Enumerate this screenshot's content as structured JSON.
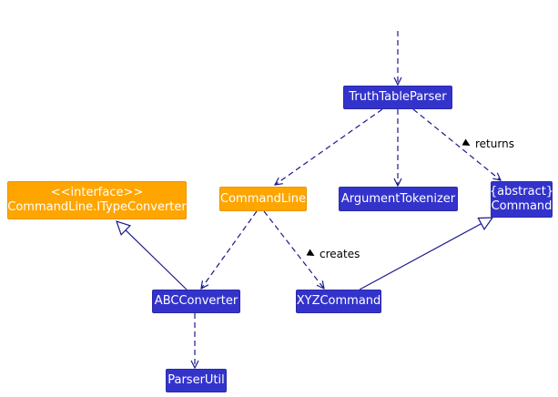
{
  "nodes": {
    "truth_table_parser": {
      "lines": [
        "TruthTableParser"
      ]
    },
    "command_line": {
      "lines": [
        "CommandLine"
      ]
    },
    "argument_tokenizer": {
      "lines": [
        "ArgumentTokenizer"
      ]
    },
    "abstract_command": {
      "lines": [
        "{abstract}",
        "Command"
      ]
    },
    "itype_converter": {
      "lines": [
        "<<interface>>",
        "CommandLine.ITypeConverter"
      ]
    },
    "abc_converter": {
      "lines": [
        "ABCConverter"
      ]
    },
    "xyz_command": {
      "lines": [
        "XYZCommand"
      ]
    },
    "parser_util": {
      "lines": [
        "ParserUtil"
      ]
    }
  },
  "edge_labels": {
    "returns": "returns",
    "creates": "creates"
  },
  "colors": {
    "class_box": "#3333cc",
    "interface_box": "#ffa500",
    "edge": "#1a1a8c"
  }
}
